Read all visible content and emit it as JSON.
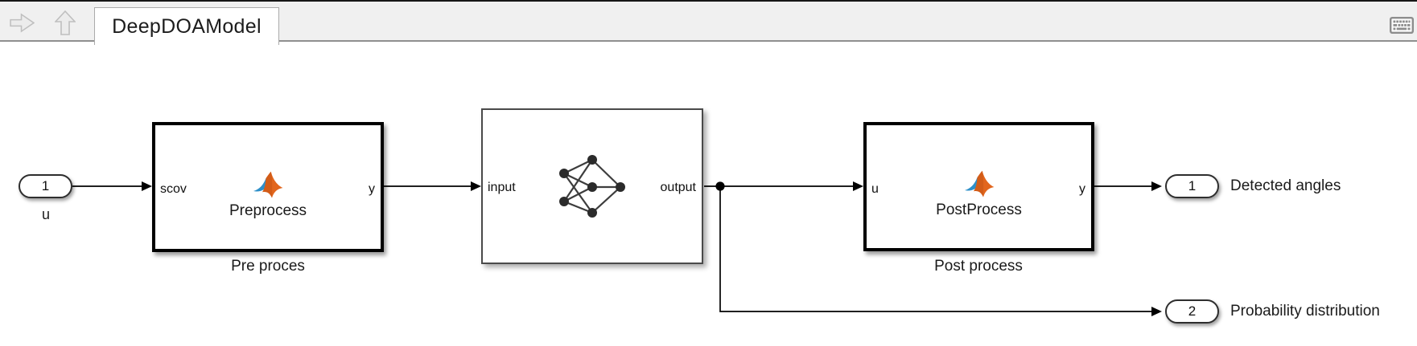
{
  "toolbar": {
    "tab_title": "DeepDOAModel",
    "icons": [
      "forward-arrow",
      "up-arrow",
      "keyboard"
    ]
  },
  "diagram": {
    "inport": {
      "number": "1",
      "label": "u"
    },
    "preprocess": {
      "input_port": "scov",
      "output_port": "y",
      "name": "Preprocess",
      "caption": "Pre proces",
      "icon": "matlab-logo"
    },
    "network": {
      "input_port": "input",
      "output_port": "output",
      "icon": "neural-network"
    },
    "postprocess": {
      "input_port": "u",
      "output_port": "y",
      "name": "PostProcess",
      "caption": "Post process",
      "icon": "matlab-logo"
    },
    "outport_detected": {
      "number": "1",
      "label": "Detected angles"
    },
    "outport_probability": {
      "number": "2",
      "label": "Probability distribution"
    }
  },
  "colors": {
    "canvas_bg": "#ffffff",
    "toolbar_bg": "#f0f0f0",
    "wire": "#000000",
    "block_border_thick": "#000000",
    "block_border_thin": "#4a4a4a",
    "matlab_orange": "#e2661d",
    "matlab_orange_dark": "#b54a10",
    "matlab_blue": "#2d8fc9",
    "icon_gray": "#8d8d8d",
    "nn_node": "#2b2b2b"
  }
}
